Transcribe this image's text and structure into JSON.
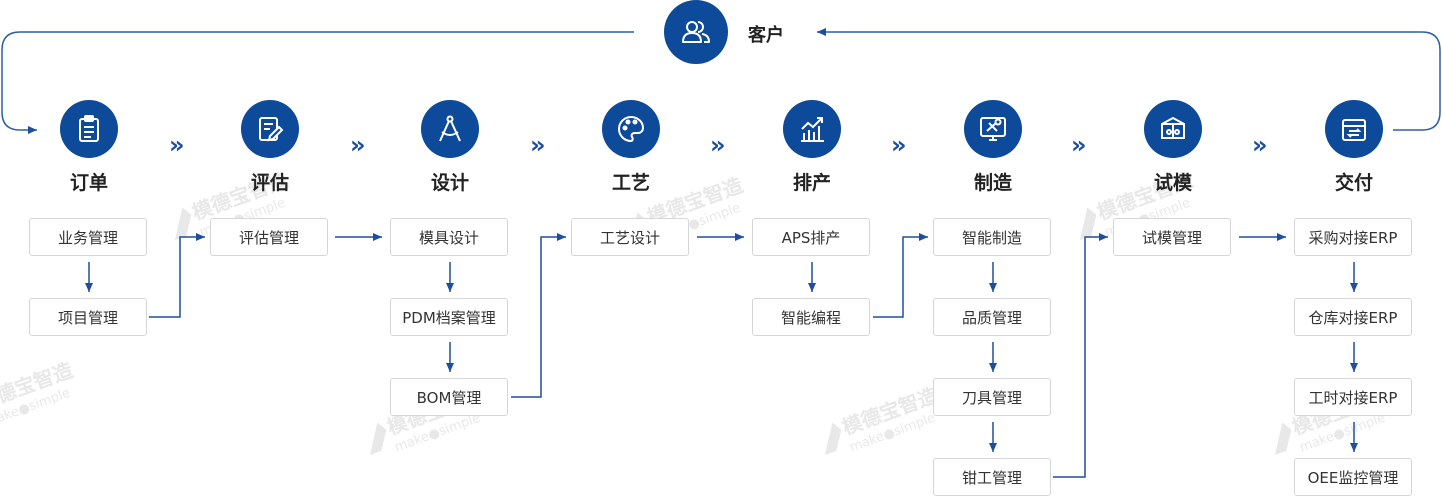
{
  "customer": {
    "label": "客户",
    "icon": "users-icon"
  },
  "stages": [
    {
      "label": "订单",
      "icon": "clipboard-list-icon",
      "items": [
        "业务管理",
        "项目管理"
      ]
    },
    {
      "label": "评估",
      "icon": "edit-document-icon",
      "items": [
        "评估管理"
      ]
    },
    {
      "label": "设计",
      "icon": "compass-drafting-icon",
      "items": [
        "模具设计",
        "PDM档案管理",
        "BOM管理"
      ]
    },
    {
      "label": "工艺",
      "icon": "palette-icon",
      "items": [
        "工艺设计"
      ]
    },
    {
      "label": "排产",
      "icon": "bar-chart-trend-icon",
      "items": [
        "APS排产",
        "智能编程"
      ]
    },
    {
      "label": "制造",
      "icon": "tools-monitor-icon",
      "items": [
        "智能制造",
        "品质管理",
        "刀具管理",
        "钳工管理"
      ]
    },
    {
      "label": "试模",
      "icon": "mold-box-icon",
      "items": [
        "试模管理"
      ]
    },
    {
      "label": "交付",
      "icon": "delivery-box-icon",
      "items": [
        "采购对接ERP",
        "仓库对接ERP",
        "工时对接ERP",
        "OEE监控管理"
      ]
    }
  ],
  "chevron": "»",
  "watermark": {
    "brand": "模德宝智造",
    "tagline": "make●simple"
  },
  "colors": {
    "primary": "#0e4a9a",
    "arrow": "#1d4f9e",
    "line": "#2a5ea8",
    "border": "#d6d6d6",
    "watermark": "#e6e6e6"
  }
}
